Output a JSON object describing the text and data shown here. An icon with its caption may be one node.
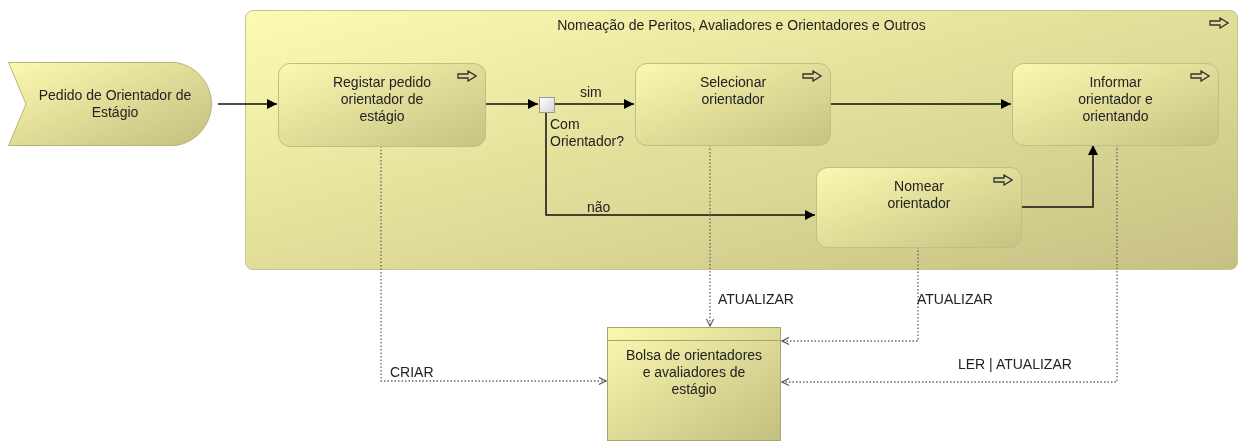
{
  "diagram": {
    "nodes": [
      {
        "text": [
          "Nomeação de Peritos, Avaliadores e Orientadores e Outros"
        ]
      },
      {
        "text": [
          "Pedido de Orientador de Estágio"
        ]
      },
      {
        "text": [
          "Registar pedido orientador de estágio"
        ],
        "in": 0
      },
      {
        "text": [],
        "shape": "box",
        "in": 0,
        "beside": [
          "Com Orientador?"
        ]
      },
      {
        "text": [
          "Selecionar orientador"
        ],
        "in": 0
      },
      {
        "text": [
          "Informar orientador e orientando"
        ],
        "in": 0
      },
      {
        "text": [
          "Nomear orientador"
        ],
        "in": 0
      },
      {
        "text": [
          "Bolsa de orientadores e avaliadores de estágio"
        ]
      }
    ],
    "edges": [
      {
        "from": 1,
        "to": 2,
        "arrow": "to"
      },
      {
        "from": 2,
        "to": 3,
        "arrow": "to"
      },
      {
        "from": 3,
        "to": 4,
        "arrow": "to",
        "label": "sim"
      },
      {
        "from": 3,
        "to": 6,
        "arrow": "to",
        "label": "não"
      },
      {
        "from": 4,
        "to": 5,
        "arrow": "to"
      },
      {
        "from": 6,
        "to": 5,
        "arrow": "to"
      },
      {
        "from": 2,
        "to": 7,
        "arrow": "to",
        "label": "CRIAR",
        "style": "dashed"
      },
      {
        "from": 4,
        "to": 7,
        "arrow": "to",
        "label": "ATUALIZAR",
        "style": "dashed"
      },
      {
        "from": 6,
        "to": 7,
        "arrow": "to",
        "label": "ATUALIZAR",
        "style": "dashed"
      },
      {
        "from": 5,
        "to": 7,
        "arrow": "to",
        "label": "LER | ATUALIZAR",
        "style": "dashed"
      }
    ]
  }
}
